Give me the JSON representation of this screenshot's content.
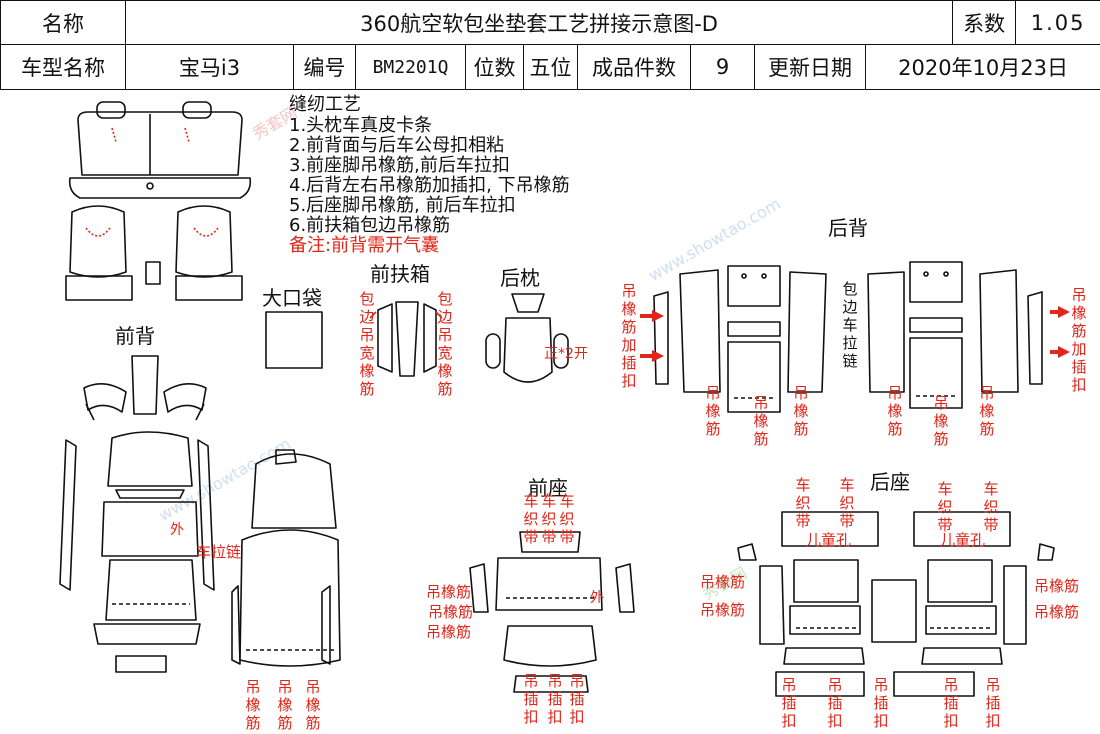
{
  "header": {
    "name_label": "名称",
    "title": "360航空软包坐垫套工艺拼接示意图-D",
    "coef_label": "系数",
    "coef_value": "1.05",
    "model_label": "车型名称",
    "model_value": "宝马i3",
    "code_label": "编号",
    "code_value": "BM2201Q",
    "seat_label": "位数",
    "seat_value": "五位",
    "pieces_label": "成品件数",
    "pieces_value": "9",
    "date_label": "更新日期",
    "date_value": "2020年10月23日"
  },
  "craft": {
    "title": "缝纫工艺",
    "steps": [
      "1.头枕车真皮卡条",
      "2.前背面与后车公母扣相粘",
      "3.前座脚吊橡筋,前后车拉扣",
      "4.后背左右吊橡筋加插扣, 下吊橡筋",
      "5.后座脚吊橡筋, 前后车拉扣",
      "6.前扶箱包边吊橡筋"
    ],
    "note": "备注:前背需开气囊"
  },
  "sections": {
    "big_bag": "大口袋",
    "front_armrest": "前扶箱",
    "rear_pillow": "后枕",
    "rear_back": "后背",
    "front_back": "前背",
    "front_seat": "前座",
    "rear_seat": "后座"
  },
  "annotations": {
    "edge_hang_wide_elastic": "包边吊宽橡筋",
    "pillow_cut": "正*2开",
    "hang_elastic_buckle": "吊橡筋加插扣",
    "hang_elastic": "吊橡筋",
    "edge_zipper": "包边车拉链",
    "outer": "外",
    "zipper": "车拉链",
    "hang_buckle": "吊插扣",
    "webbing": "车织带",
    "child_hole": "儿童孔"
  },
  "watermark": {
    "brand": "秀套网",
    "url": "www.showtao.com"
  }
}
